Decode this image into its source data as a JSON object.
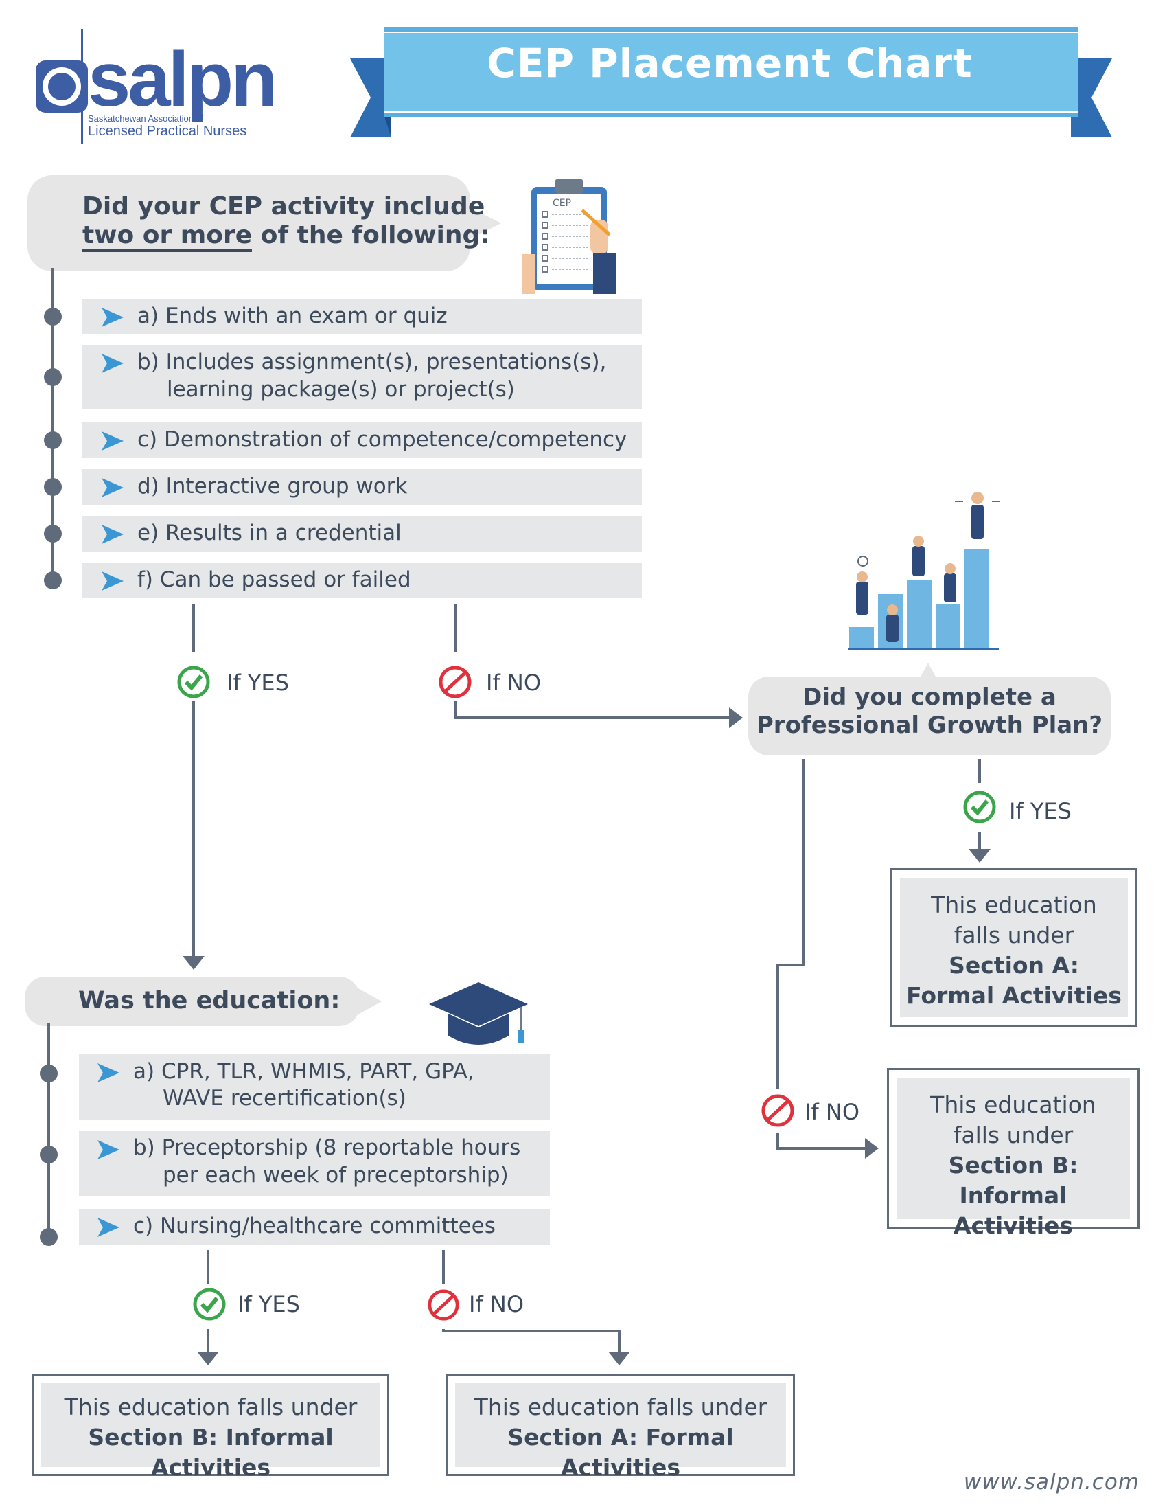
{
  "logo": {
    "name": "salpn",
    "subtitle_line1": "Saskatchewan Association of",
    "subtitle_line2": "Licensed Practical Nurses"
  },
  "banner": {
    "title": "CEP Placement Chart"
  },
  "question1": {
    "line1": "Did your CEP activity include",
    "line2_underlined": "two or more",
    "line2_rest": " of the following:",
    "clipboard_label": "CEP",
    "options": [
      "a) Ends with an exam or quiz",
      "b) Includes assignment(s), presentations(s),",
      "learning package(s) or project(s)",
      "c) Demonstration of competence/competency",
      "d) Interactive group work",
      "e) Results in a credential",
      "f) Can be passed or failed"
    ]
  },
  "labels": {
    "if_yes": "If  YES",
    "if_no": "If NO"
  },
  "question2": {
    "line1": "Did you complete a",
    "line2": "Professional Growth Plan?"
  },
  "question3": {
    "title": "Was the education:",
    "options": [
      "a) CPR, TLR, WHMIS, PART, GPA,",
      "WAVE recertification(s)",
      "b) Preceptorship (8 reportable hours",
      "per each week of preceptorship)",
      "c) Nursing/healthcare committees"
    ]
  },
  "results": {
    "r1_line1": "This education",
    "r1_line2": "falls under",
    "r1_line3": "Section A:",
    "r1_line4": "Formal Activities",
    "r2_line1": "This education",
    "r2_line2": "falls under",
    "r2_line3": "Section B:",
    "r2_line4": "Informal Activities",
    "r3_line1": "This education falls under",
    "r3_line2": "Section B: Informal Activities",
    "r4_line1": "This education falls under",
    "r4_line2": "Section A: Formal Activities"
  },
  "footer": {
    "url": "www.salpn.com"
  },
  "colors": {
    "banner": "#73c2ea",
    "banner_fold": "#2f6db3",
    "logo_blue": "#3d5da5",
    "line_gray": "#5f6b7a",
    "box_gray": "#e6e7e8",
    "yes_green": "#3aa54a",
    "no_red": "#e0323c",
    "chevron_blue": "#3b97d3"
  }
}
